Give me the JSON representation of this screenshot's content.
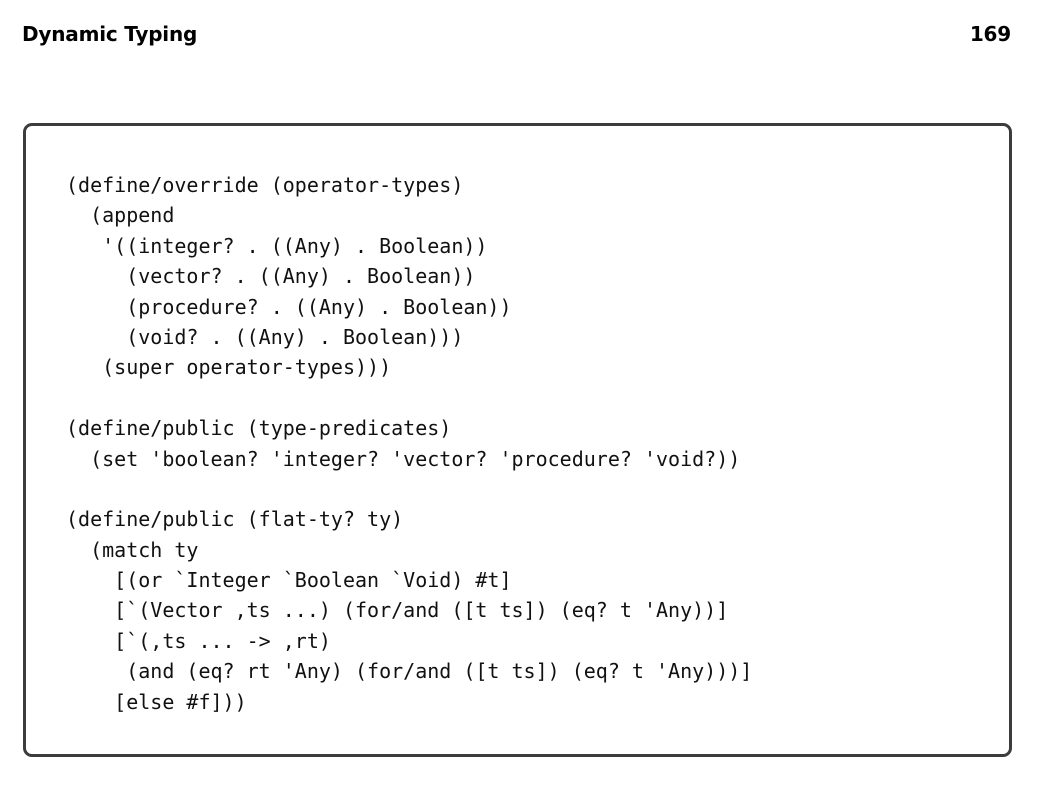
{
  "header": {
    "title": "Dynamic Typing",
    "page_number": "169"
  },
  "code_lines": [
    "(define/override (operator-types)",
    "  (append",
    "   '((integer? . ((Any) . Boolean))",
    "     (vector? . ((Any) . Boolean))",
    "     (procedure? . ((Any) . Boolean))",
    "     (void? . ((Any) . Boolean)))",
    "   (super operator-types)))",
    "",
    "(define/public (type-predicates)",
    "  (set 'boolean? 'integer? 'vector? 'procedure? 'void?))",
    "",
    "(define/public (flat-ty? ty)",
    "  (match ty",
    "    [(or `Integer `Boolean `Void) #t]",
    "    [`(Vector ,ts ...) (for/and ([t ts]) (eq? t 'Any))]",
    "    [`(,ts ... -> ,rt)",
    "     (and (eq? rt 'Any) (for/and ([t ts]) (eq? t 'Any)))]",
    "    [else #f]))"
  ]
}
